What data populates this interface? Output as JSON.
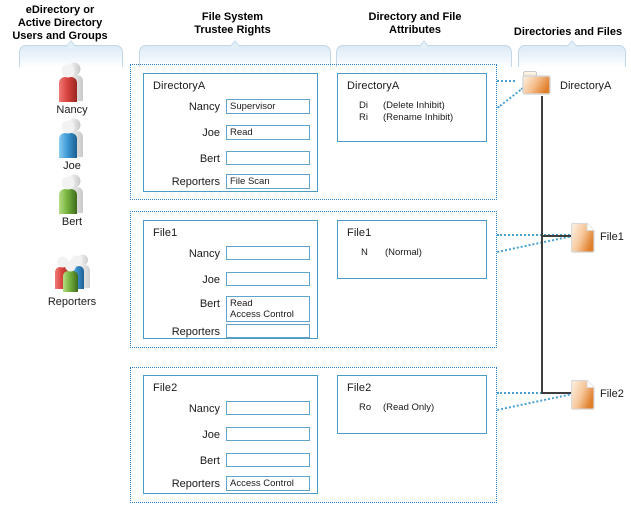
{
  "columns": [
    {
      "id": "identities",
      "title": "eDirectory or\nActive Directory\nUsers and Groups"
    },
    {
      "id": "trustee",
      "title": "File System\nTrustee Rights"
    },
    {
      "id": "attributes",
      "title": "Directory and File\nAttributes"
    },
    {
      "id": "objects",
      "title": "Directories and Files"
    }
  ],
  "people": [
    {
      "name": "Nancy",
      "icon": "user-icon-red",
      "color": "#d9443f"
    },
    {
      "name": "Joe",
      "icon": "user-icon-blue",
      "color": "#3f9ad6"
    },
    {
      "name": "Bert",
      "icon": "user-icon-green",
      "color": "#77b33f"
    },
    {
      "name": "Reporters",
      "icon": "user-group-icon",
      "color": "#77b33f"
    }
  ],
  "trustee_panels": [
    {
      "title": "DirectoryA",
      "rows": [
        {
          "label": "Nancy",
          "value": "Supervisor"
        },
        {
          "label": "Joe",
          "value": "Read"
        },
        {
          "label": "Bert",
          "value": ""
        },
        {
          "label": "Reporters",
          "value": "File Scan"
        }
      ]
    },
    {
      "title": "File1",
      "rows": [
        {
          "label": "Nancy",
          "value": ""
        },
        {
          "label": "Joe",
          "value": ""
        },
        {
          "label": "Bert",
          "value": "Read\nAccess Control"
        },
        {
          "label": "Reporters",
          "value": ""
        }
      ]
    },
    {
      "title": "File2",
      "rows": [
        {
          "label": "Nancy",
          "value": ""
        },
        {
          "label": "Joe",
          "value": ""
        },
        {
          "label": "Bert",
          "value": ""
        },
        {
          "label": "Reporters",
          "value": "Access Control"
        }
      ]
    }
  ],
  "attribute_panels": [
    {
      "title": "DirectoryA",
      "attributes": [
        {
          "code": "Di",
          "name": "(Delete Inhibit)"
        },
        {
          "code": "Ri",
          "name": "(Rename Inhibit)"
        }
      ]
    },
    {
      "title": "File1",
      "attributes": [
        {
          "code": "N",
          "name": "(Normal)"
        }
      ]
    },
    {
      "title": "File2",
      "attributes": [
        {
          "code": "Ro",
          "name": "(Read Only)"
        }
      ]
    }
  ],
  "objects": [
    {
      "label": "DirectoryA",
      "icon": "folder-icon"
    },
    {
      "label": "File1",
      "icon": "file-icon"
    },
    {
      "label": "File2",
      "icon": "file-icon"
    }
  ],
  "colors": {
    "panel_border": "#4b9bc4",
    "dotted_border": "#2e7fc4",
    "connector": "#49a0d2",
    "tree_line": "#3d3d3d",
    "folder_accent": "#e8883a",
    "bracket_fill": "#dceaf5"
  }
}
